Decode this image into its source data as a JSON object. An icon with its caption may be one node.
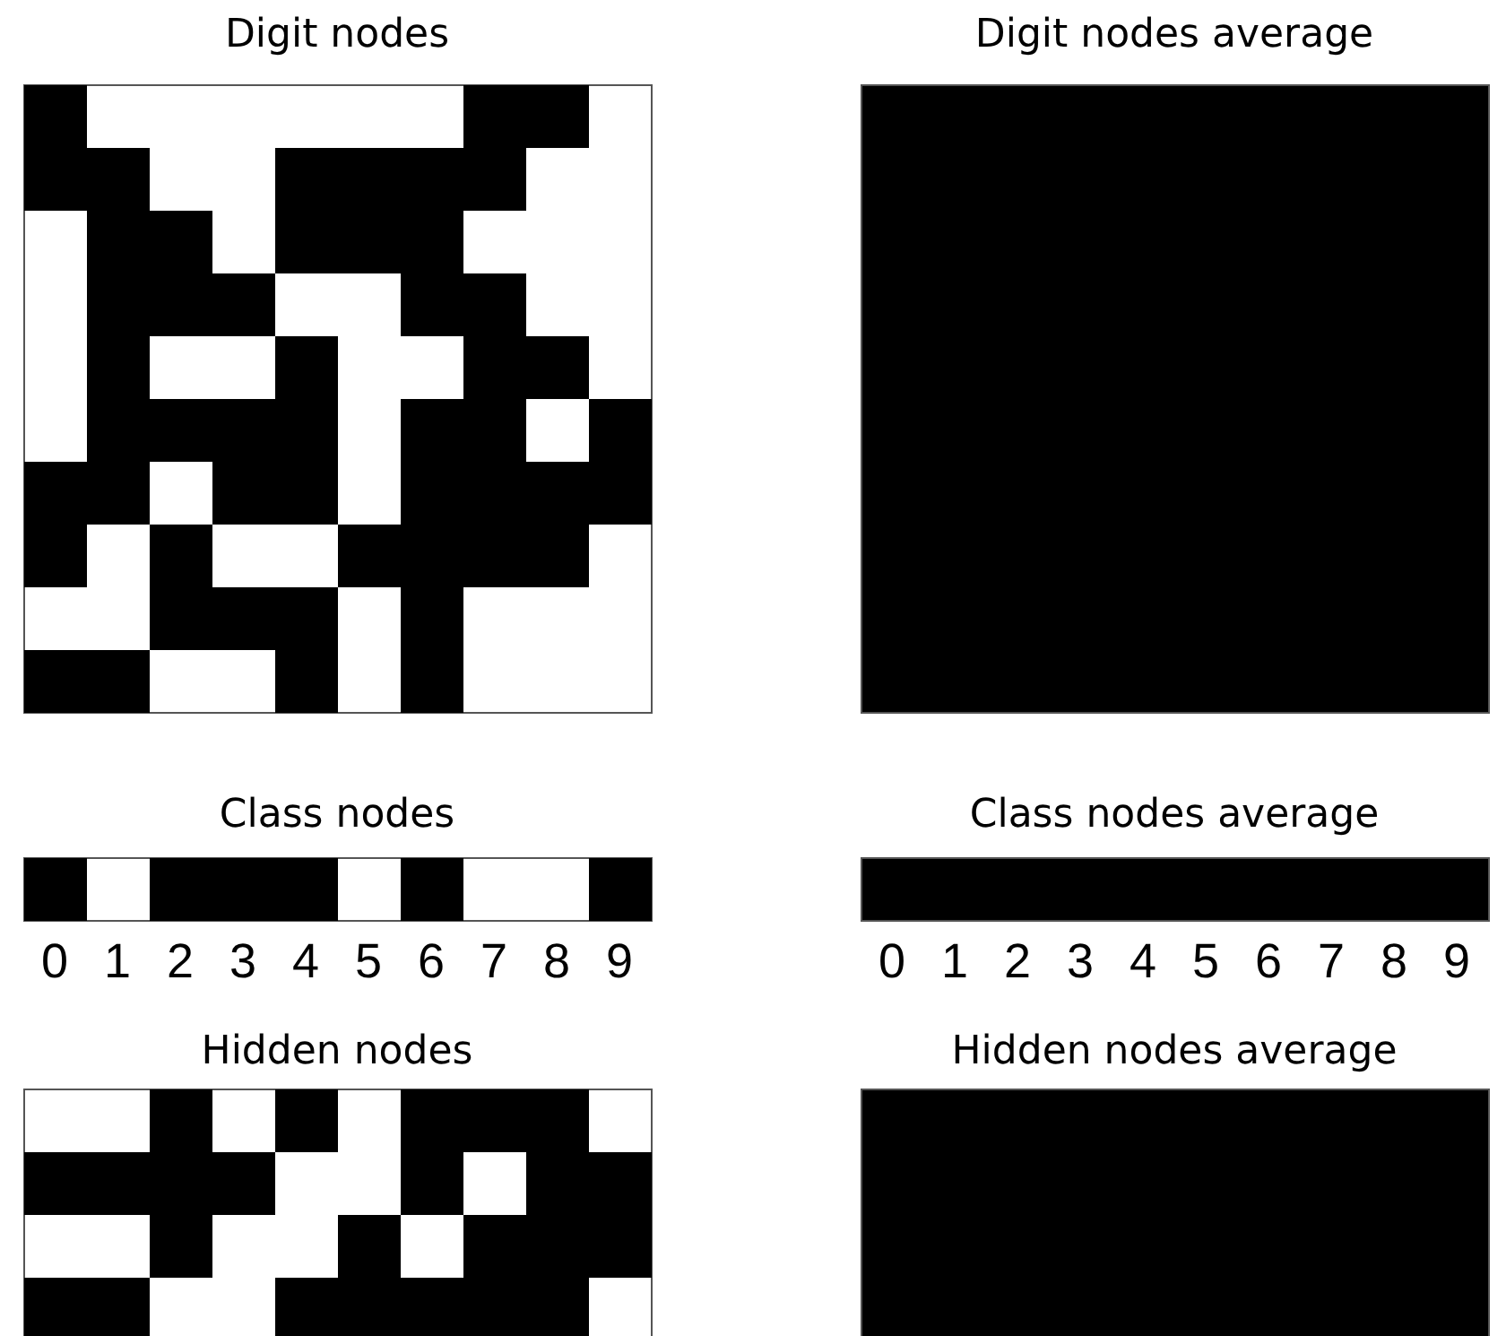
{
  "diagram": {
    "nodes": [
      {
        "text": [
          "Digit nodes"
        ]
      },
      {
        "text": [
          "Digit nodes average"
        ]
      },
      {
        "text": [
          "Class nodes"
        ]
      },
      {
        "text": [
          "Class nodes average"
        ]
      },
      {
        "text": [
          "Hidden nodes"
        ]
      },
      {
        "text": [
          "Hidden nodes average"
        ]
      }
    ],
    "labels": [
      "0",
      "1",
      "2",
      "3",
      "4",
      "5",
      "6",
      "7",
      "8",
      "9",
      "0",
      "1",
      "2",
      "3",
      "4",
      "5",
      "6",
      "7",
      "8",
      "9"
    ]
  }
}
